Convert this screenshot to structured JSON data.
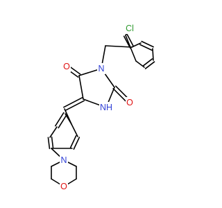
{
  "molecule": {
    "colors": {
      "bond": "#000000",
      "C": "#000000",
      "N": "#2f3fd6",
      "O": "#e01010",
      "Cl": "#2f9a2f",
      "background": "#ffffff"
    },
    "atoms": {
      "cl": {
        "text": "Cl",
        "element": "Cl"
      },
      "o_top": {
        "text": "O",
        "element": "O"
      },
      "n3": {
        "text": "N",
        "element": "N"
      },
      "o_r": {
        "text": "O",
        "element": "O"
      },
      "nh": {
        "text": "NH",
        "element": "N"
      },
      "n_morph": {
        "text": "N",
        "element": "N"
      },
      "o_morph": {
        "text": "O",
        "element": "O"
      }
    }
  }
}
